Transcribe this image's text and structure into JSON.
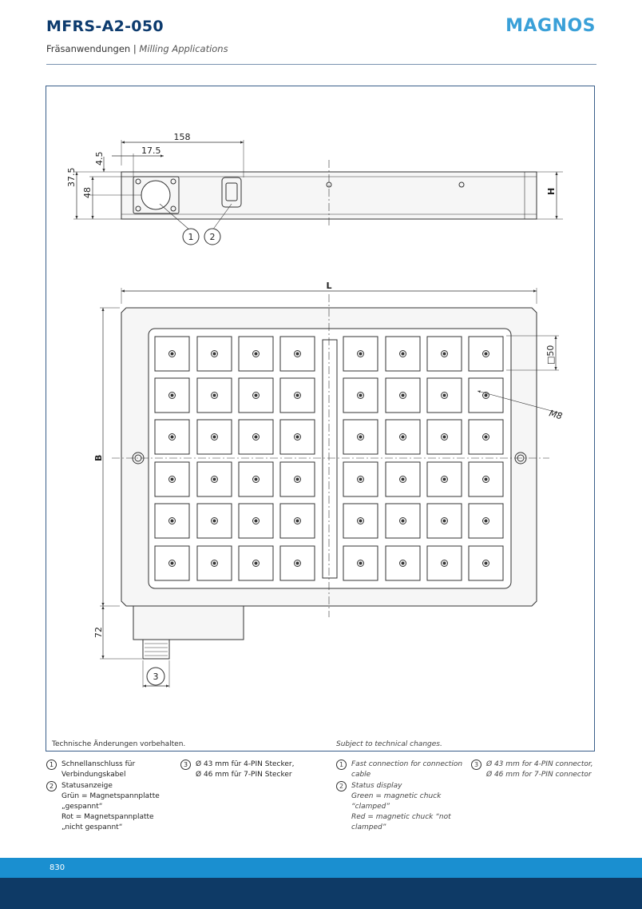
{
  "header": {
    "title": "MFRS-A2-050",
    "subtitle_de": "Fräsanwendungen",
    "subtitle_sep": " | ",
    "subtitle_en": "Milling Applications",
    "logo": "MAGNOS"
  },
  "drawing": {
    "dimensions": {
      "width_158": "158",
      "offset_17_5": "17.5",
      "edge_4_5": "4.5",
      "height_37_5": "37.5",
      "height_48": "48",
      "height_H": "H",
      "length_L": "L",
      "width_B": "B",
      "pole_50": "□50",
      "thread_M8": "M8",
      "connector_72": "72"
    },
    "callouts": [
      "1",
      "2",
      "3"
    ]
  },
  "notes": {
    "de": "Technische Änderungen vorbehalten.",
    "en": "Subject to technical changes."
  },
  "legend_de": {
    "col1": [
      {
        "num": "1",
        "lines": [
          "Schnellanschluss für",
          "Verbindungskabel"
        ]
      },
      {
        "num": "2",
        "lines": [
          "Statusanzeige",
          "Grün = Magnetspannplatte",
          "„gespannt“",
          "Rot = Magnetspannplatte",
          "„nicht gespannt“"
        ]
      }
    ],
    "col2": [
      {
        "num": "3",
        "lines": [
          "Ø 43 mm für 4-PIN Stecker,",
          "Ø 46 mm für 7-PIN Stecker"
        ]
      }
    ]
  },
  "legend_en": {
    "col1": [
      {
        "num": "1",
        "lines": [
          "Fast connection for connection",
          "cable"
        ]
      },
      {
        "num": "2",
        "lines": [
          "Status display",
          "Green = magnetic chuck",
          "“clamped”",
          "Red = magnetic chuck “not",
          "clamped”"
        ]
      }
    ],
    "col2": [
      {
        "num": "3",
        "lines": [
          "Ø 43 mm for 4-PIN connector,",
          "Ø 46 mm for 7-PIN connector"
        ]
      }
    ]
  },
  "footer": {
    "page_number": "830"
  },
  "colors": {
    "brand_blue": "#0d3b6e",
    "logo_blue": "#3aa0d8",
    "bar_blue": "#1a8fd0",
    "dark_blue": "#0e3a66"
  }
}
